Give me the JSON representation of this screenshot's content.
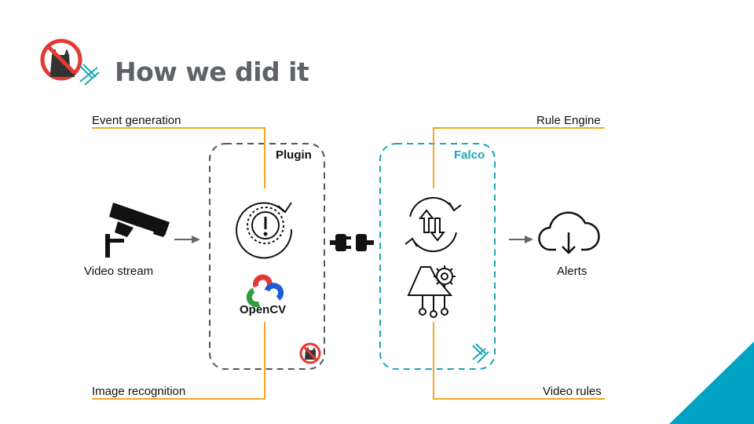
{
  "slide": {
    "title": "How we did it",
    "logo_icon": "no-cat-icon",
    "secondary_logo_icon": "falco-mark-icon",
    "accent_color": "#f5a623",
    "corner_color": "#00a3c4"
  },
  "diagram": {
    "plugin_box": {
      "label": "Plugin",
      "color": "#555555"
    },
    "falco_box": {
      "label": "Falco",
      "color": "#1aa7b8"
    },
    "callouts": {
      "event_generation": "Event generation",
      "image_recognition": "Image recognition",
      "rule_engine": "Rule Engine",
      "video_rules": "Video rules"
    },
    "nodes": {
      "video_stream": "Video stream",
      "opencv": "OpenCV",
      "alerts": "Alerts"
    },
    "icons": [
      "cctv-camera-icon",
      "arrow-right-icon",
      "event-refresh-alert-icon",
      "opencv-logo-icon",
      "plug-connector-icon",
      "sync-arrows-icon",
      "gear-rules-icon",
      "cloud-download-icon"
    ]
  }
}
